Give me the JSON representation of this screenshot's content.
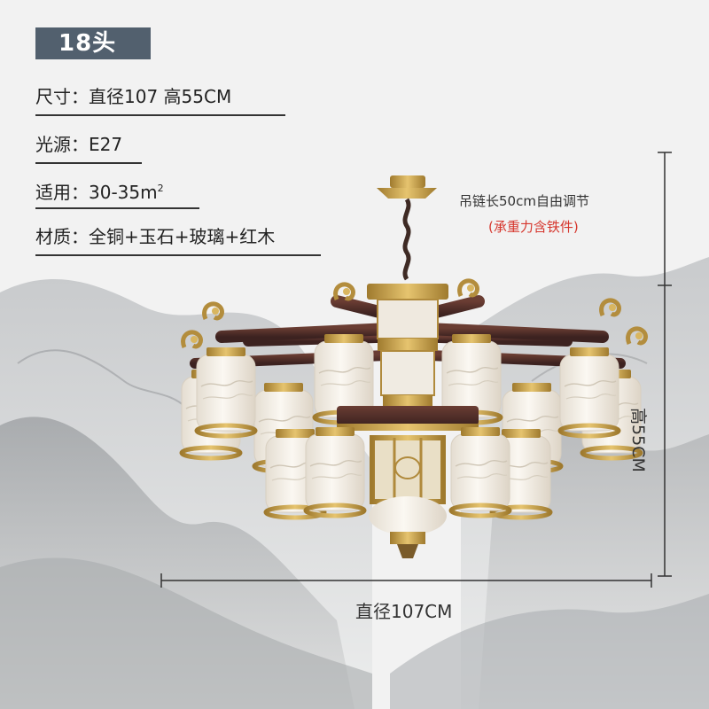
{
  "badge": "18头",
  "specs": {
    "size": "尺寸：直径107 高55CM",
    "light": "光源：E27",
    "area_prefix": "适用：30-35m",
    "area_sup": "2",
    "material": "材质：全铜+玉石+玻璃+红木"
  },
  "chain": {
    "note": "吊链长50cm自由调节",
    "warning": "(承重力含铁件)"
  },
  "dimensions": {
    "height_label": "高55CM",
    "width_label": "直径107CM"
  },
  "colors": {
    "badge_bg": "#52606e",
    "brass": "#c9a450",
    "wood": "#4a2a25",
    "glass": "#f6f1e8",
    "warning": "#d6362d"
  }
}
